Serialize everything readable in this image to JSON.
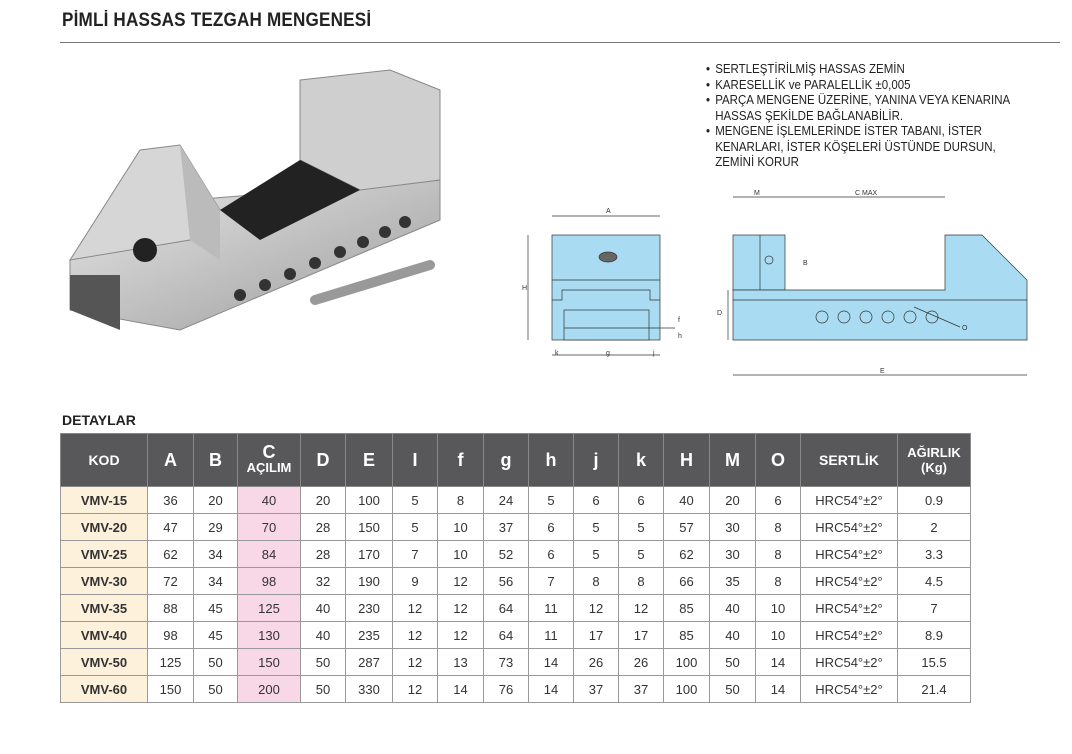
{
  "title": "PİMLİ HASSAS TEZGAH MENGENESİ",
  "features": [
    "SERTLEŞTİRİLMİŞ HASSAS ZEMİN",
    "KARESELLİK ve PARALELLİK ±0,005",
    "PARÇA MENGENE ÜZERİNE, YANINA VEYA KENARINA HASSAS ŞEKİLDE BAĞLANABİLİR.",
    "MENGENE İŞLEMLERİNDE İSTER TABANI, İSTER KENARLARI, İSTER KÖŞELERİ ÜSTÜNDE DURSUN, ZEMİNİ KORUR"
  ],
  "diagram_labels": {
    "A": "A",
    "H": "H",
    "k": "k",
    "g": "g",
    "j": "j",
    "f": "f",
    "h": "h",
    "M": "M",
    "cmax": "C MAX",
    "B": "B",
    "D": "D",
    "E": "E",
    "O": "O"
  },
  "section": "DETAYLAR",
  "table": {
    "headers": [
      "KOD",
      "A",
      "B",
      "C",
      "D",
      "E",
      "I",
      "f",
      "g",
      "h",
      "j",
      "k",
      "H",
      "M",
      "O",
      "SERTLİK",
      "AĞIRLIK"
    ],
    "header_sub": {
      "C": "AÇILIM",
      "weight": "(Kg)"
    },
    "rows": [
      [
        "VMV-15",
        "36",
        "20",
        "40",
        "20",
        "100",
        "5",
        "8",
        "24",
        "5",
        "6",
        "6",
        "40",
        "20",
        "6",
        "HRC54°±2°",
        "0.9"
      ],
      [
        "VMV-20",
        "47",
        "29",
        "70",
        "28",
        "150",
        "5",
        "10",
        "37",
        "6",
        "5",
        "5",
        "57",
        "30",
        "8",
        "HRC54°±2°",
        "2"
      ],
      [
        "VMV-25",
        "62",
        "34",
        "84",
        "28",
        "170",
        "7",
        "10",
        "52",
        "6",
        "5",
        "5",
        "62",
        "30",
        "8",
        "HRC54°±2°",
        "3.3"
      ],
      [
        "VMV-30",
        "72",
        "34",
        "98",
        "32",
        "190",
        "9",
        "12",
        "56",
        "7",
        "8",
        "8",
        "66",
        "35",
        "8",
        "HRC54°±2°",
        "4.5"
      ],
      [
        "VMV-35",
        "88",
        "45",
        "125",
        "40",
        "230",
        "12",
        "12",
        "64",
        "11",
        "12",
        "12",
        "85",
        "40",
        "10",
        "HRC54°±2°",
        "7"
      ],
      [
        "VMV-40",
        "98",
        "45",
        "130",
        "40",
        "235",
        "12",
        "12",
        "64",
        "11",
        "17",
        "17",
        "85",
        "40",
        "10",
        "HRC54°±2°",
        "8.9"
      ],
      [
        "VMV-50",
        "125",
        "50",
        "150",
        "50",
        "287",
        "12",
        "13",
        "73",
        "14",
        "26",
        "26",
        "100",
        "50",
        "14",
        "HRC54°±2°",
        "15.5"
      ],
      [
        "VMV-60",
        "150",
        "50",
        "200",
        "50",
        "330",
        "12",
        "14",
        "76",
        "14",
        "37",
        "37",
        "100",
        "50",
        "14",
        "HRC54°±2°",
        "21.4"
      ]
    ]
  }
}
